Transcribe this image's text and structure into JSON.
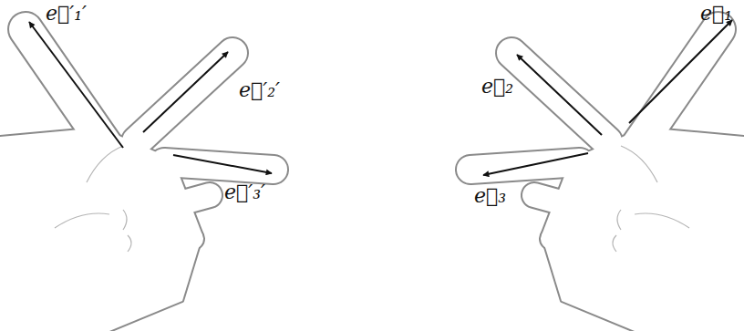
{
  "diagram": {
    "labels": [
      "e⃗′₁′",
      "e⃗′₂′",
      "e⃗′₃′",
      "e⃗₁",
      "e⃗₂",
      "e⃗₃"
    ]
  }
}
